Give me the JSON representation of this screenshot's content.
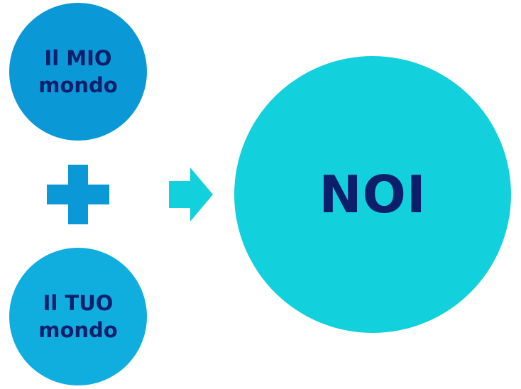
{
  "diagram": {
    "left_top": {
      "line1": "Il MIO",
      "line2": "mondo"
    },
    "left_bottom": {
      "line1": "Il TUO",
      "line2": "mondo"
    },
    "result": {
      "label": "NOI"
    }
  },
  "icons": {
    "operator": "plus-icon",
    "connector": "right-arrow-icon"
  },
  "colors": {
    "circle_mine": "#0a98d6",
    "circle_yours": "#10aede",
    "circle_result": "#12d0dc",
    "plus": "#0a98d6",
    "arrow": "#12d0dc",
    "text": "#0d1f6b"
  }
}
